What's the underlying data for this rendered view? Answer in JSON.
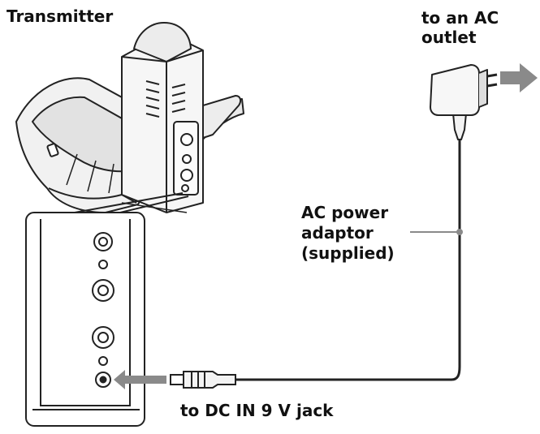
{
  "labels": {
    "transmitter": "Transmitter",
    "ac_outlet": "to an AC\noutlet",
    "ac_adaptor": "AC power\nadaptor\n(supplied)",
    "dc_jack": "to DC IN 9 V jack"
  },
  "colors": {
    "ink": "#222222",
    "arrow_gray": "#8a8a8a",
    "device_fill": "#f3f3f3",
    "shade": "#c8c8c8"
  }
}
